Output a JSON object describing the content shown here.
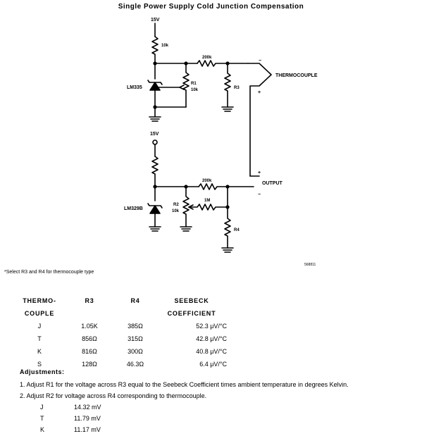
{
  "title": "Single Power Supply Cold Junction Compensation",
  "schematic": {
    "supply_top": "15V",
    "r_top": "10k",
    "lm335": "LM335",
    "r1_name": "R1",
    "r1_val": "10k",
    "r200k_top": "200k",
    "r3": "R3",
    "thermocouple": "THERMOCOUPLE",
    "tc_minus": "−",
    "tc_plus": "+",
    "supply_bottom": "15V",
    "r200k_bottom": "200k",
    "r1m": "1M",
    "lm329b": "LM329B",
    "r2_name": "R2",
    "r2_val": "10k",
    "r4": "R4",
    "output": "OUTPUT",
    "out_plus": "+",
    "out_minus": "−"
  },
  "note": "*Select R3 and R4 for thermocouple type",
  "figure_id": "568811",
  "table": {
    "headers": {
      "thermo_line1": "THERMO-",
      "thermo_line2": "COUPLE",
      "r3": "R3",
      "r4": "R4",
      "seebeck_line1": "SEEBECK",
      "seebeck_line2": "COEFFICIENT"
    },
    "rows": [
      {
        "type": "J",
        "r3": "1.05K",
        "r4": "385Ω",
        "coef": "52.3 μV/°C"
      },
      {
        "type": "T",
        "r3": "856Ω",
        "r4": "315Ω",
        "coef": "42.8 μV/°C"
      },
      {
        "type": "K",
        "r3": "816Ω",
        "r4": "300Ω",
        "coef": "40.8 μV/°C"
      },
      {
        "type": "S",
        "r3": "128Ω",
        "r4": "46.3Ω",
        "coef": "6.4 μV/°C"
      }
    ]
  },
  "adjustments": {
    "heading": "Adjustments:",
    "steps": [
      "1. Adjust R1 for the voltage across R3 equal to the Seebeck Coefficient times ambient temperature in degrees Kelvin.",
      "2. Adjust R2 for voltage across R4 corresponding to thermocouple."
    ],
    "millivolts": [
      {
        "type": "J",
        "value": "14.32 mV"
      },
      {
        "type": "T",
        "value": "11.79 mV"
      },
      {
        "type": "K",
        "value": "11.17 mV"
      }
    ]
  }
}
